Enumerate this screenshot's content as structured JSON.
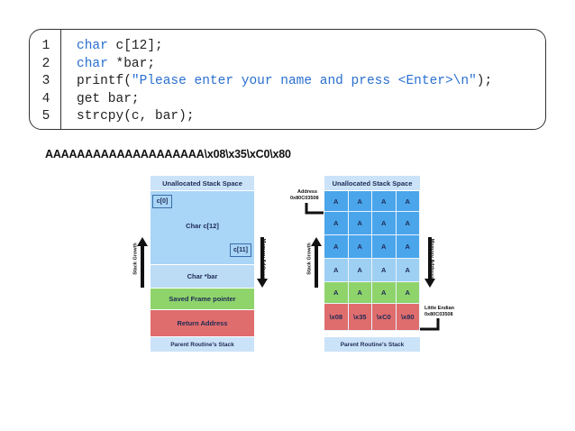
{
  "code": {
    "lines": [
      {
        "num": "1",
        "parts": [
          {
            "t": "char",
            "c": "kw"
          },
          {
            "t": " c[12];",
            "c": ""
          }
        ]
      },
      {
        "num": "2",
        "parts": [
          {
            "t": "char",
            "c": "kw"
          },
          {
            "t": " *bar;",
            "c": ""
          }
        ]
      },
      {
        "num": "3",
        "parts": [
          {
            "t": "printf(",
            "c": ""
          },
          {
            "t": "\"Please enter your name and press <Enter>\\n\"",
            "c": "str"
          },
          {
            "t": ");",
            "c": ""
          }
        ]
      },
      {
        "num": "4",
        "parts": [
          {
            "t": "get bar;",
            "c": ""
          }
        ]
      },
      {
        "num": "5",
        "parts": [
          {
            "t": "strcpy(c, bar);",
            "c": ""
          }
        ]
      }
    ]
  },
  "payload": "AAAAAAAAAAAAAAAAAAAA\\x08\\x35\\xC0\\x80",
  "left_stack": {
    "top_label": "Unallocated Stack Space",
    "c0": "c[0]",
    "c_array": "Char c[12]",
    "c11": "c[11]",
    "bar": "Char *bar",
    "frame_pointer": "Saved Frame pointer",
    "return_address": "Return Address",
    "parent": "Parent Routine's Stack",
    "growth_label": "Stack Growth",
    "memory_label": "Memory Address"
  },
  "right_stack": {
    "top_label": "Unallocated Stack Space",
    "address_label": "Address",
    "address_value": "0x80C03508",
    "rows": [
      [
        "A",
        "A",
        "A",
        "A"
      ],
      [
        "A",
        "A",
        "A",
        "A"
      ],
      [
        "A",
        "A",
        "A",
        "A"
      ],
      [
        "A",
        "A",
        "A",
        "A"
      ],
      [
        "A",
        "A",
        "A",
        "A"
      ],
      [
        "\\x08",
        "\\x35",
        "\\xC0",
        "\\x80"
      ]
    ],
    "little_endian_label": "Little Endian",
    "little_endian_value": "0x80C03508",
    "parent": "Parent Routine's Stack",
    "growth_label": "Stack Growth",
    "memory_label": "Memory Address"
  },
  "colors": {
    "keyword": "#2a6fcf",
    "green": "#8fd46b",
    "red": "#e06d6d",
    "blue": "#4aa5ea",
    "light_blue": "#a9d5f7"
  }
}
